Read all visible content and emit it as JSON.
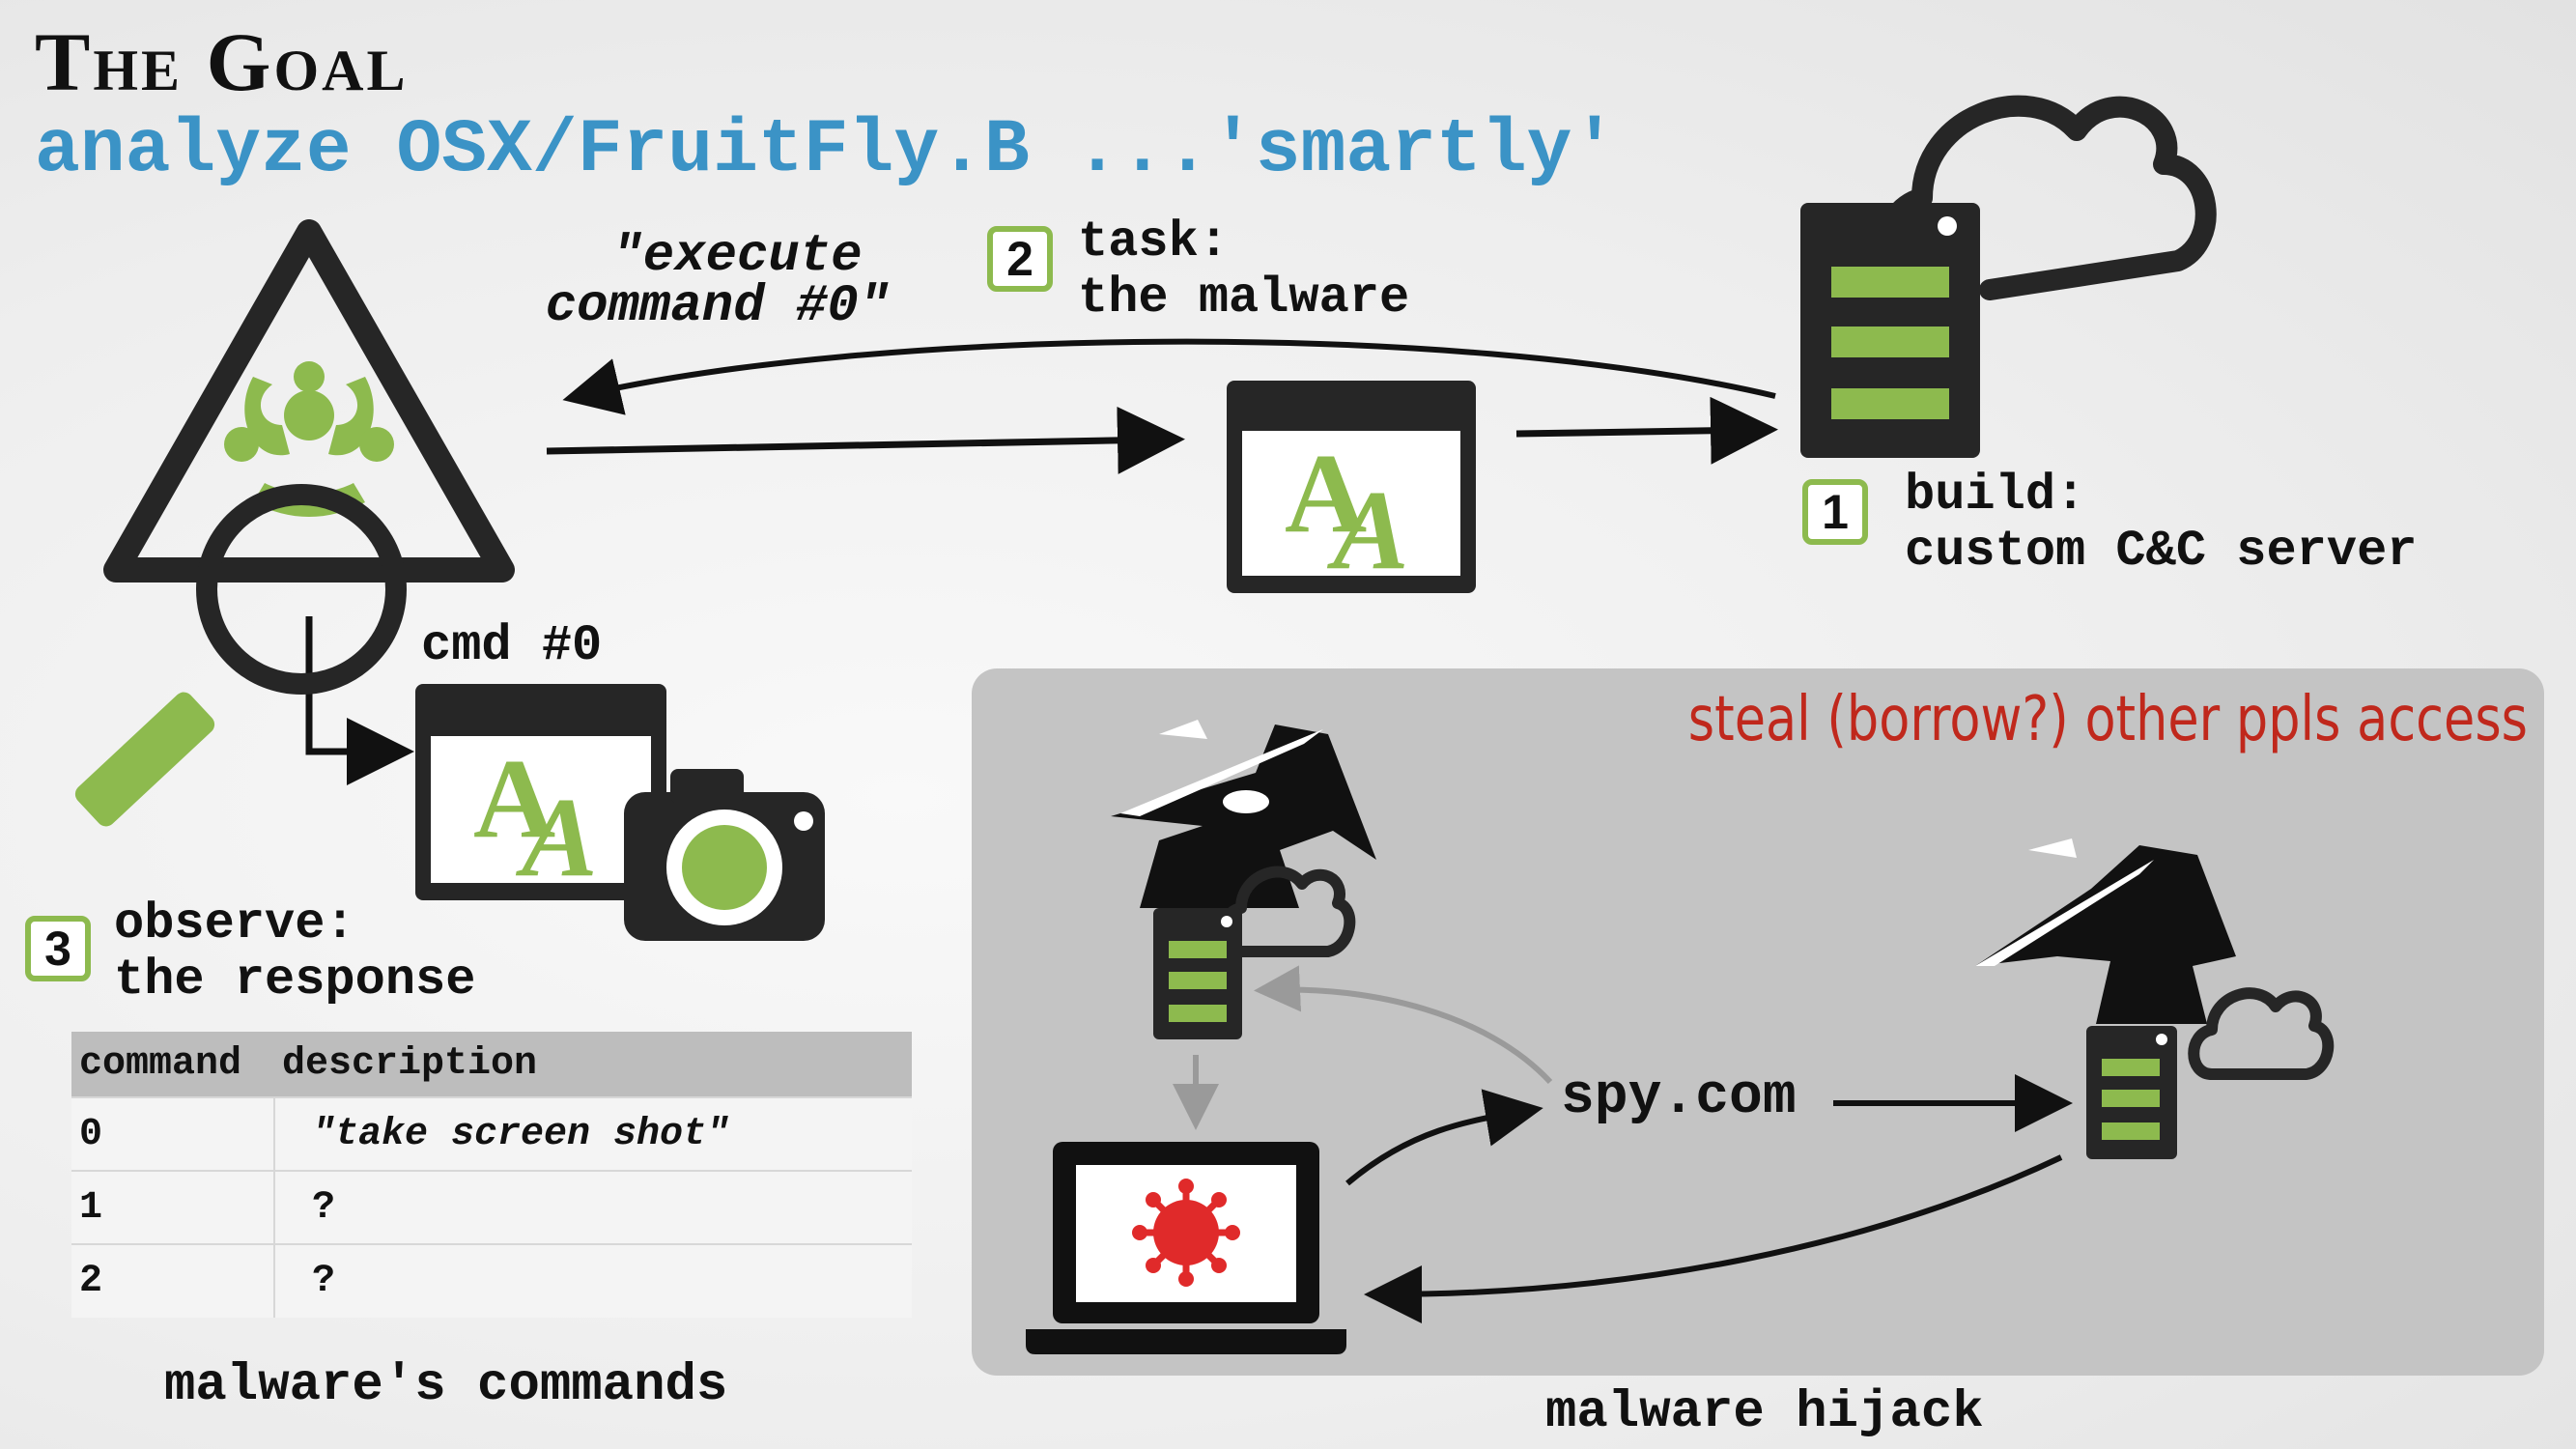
{
  "title": "The Goal",
  "subtitle": "analyze OSX/FruitFly.B ...'smartly'",
  "steps": {
    "execute_quote_line1": "\"execute",
    "execute_quote_line2": "command #0\"",
    "step2_number": "2",
    "step2_label": "task:\nthe malware",
    "step1_number": "1",
    "step1_label": "build:\ncustom C&C server",
    "cmd_label": "cmd #0",
    "step3_number": "3",
    "step3_label": "observe:\nthe response"
  },
  "commands_table": {
    "headers": [
      "command",
      "description"
    ],
    "rows": [
      {
        "command": "0",
        "description": "\"take screen shot\""
      },
      {
        "command": "1",
        "description": "?"
      },
      {
        "command": "2",
        "description": "?"
      }
    ],
    "caption": "malware's commands"
  },
  "hijack": {
    "tagline": "steal (borrow?) other ppls access",
    "domain": "spy.com",
    "caption": "malware hijack"
  },
  "colors": {
    "accent_green": "#8dba4e",
    "title_blue": "#3b93c6",
    "tagline_red": "#c0281c",
    "dark": "#262626",
    "virus_red": "#e02a2a"
  },
  "icons": [
    "biohazard-warning-icon",
    "magnifier-icon",
    "app-window-icon",
    "camera-icon",
    "server-icon",
    "cloud-icon",
    "spy-icon",
    "laptop-icon",
    "virus-icon"
  ]
}
